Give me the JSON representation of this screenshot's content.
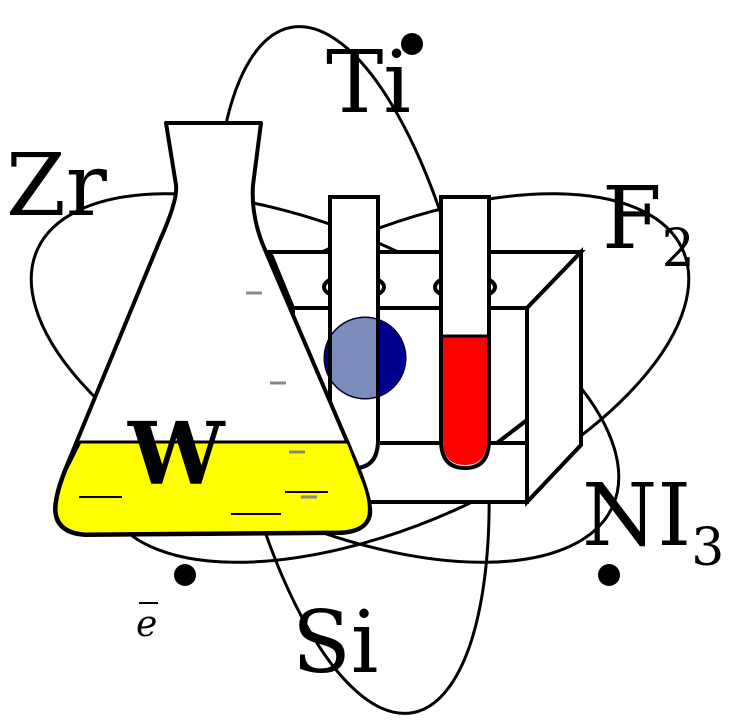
{
  "labels": {
    "ti": "Ti",
    "zr": "Zr",
    "f": "F",
    "f_sub": "2",
    "n": "NI",
    "n_sub": "3",
    "w": "W",
    "si": "Si",
    "electron": "e"
  },
  "colors": {
    "liquid_flask": "#ffff00",
    "liquid_tube": "#ff0000",
    "sphere_dark": "#000090",
    "sphere_light": "#7b8cbb",
    "bubbles": "#888888"
  }
}
